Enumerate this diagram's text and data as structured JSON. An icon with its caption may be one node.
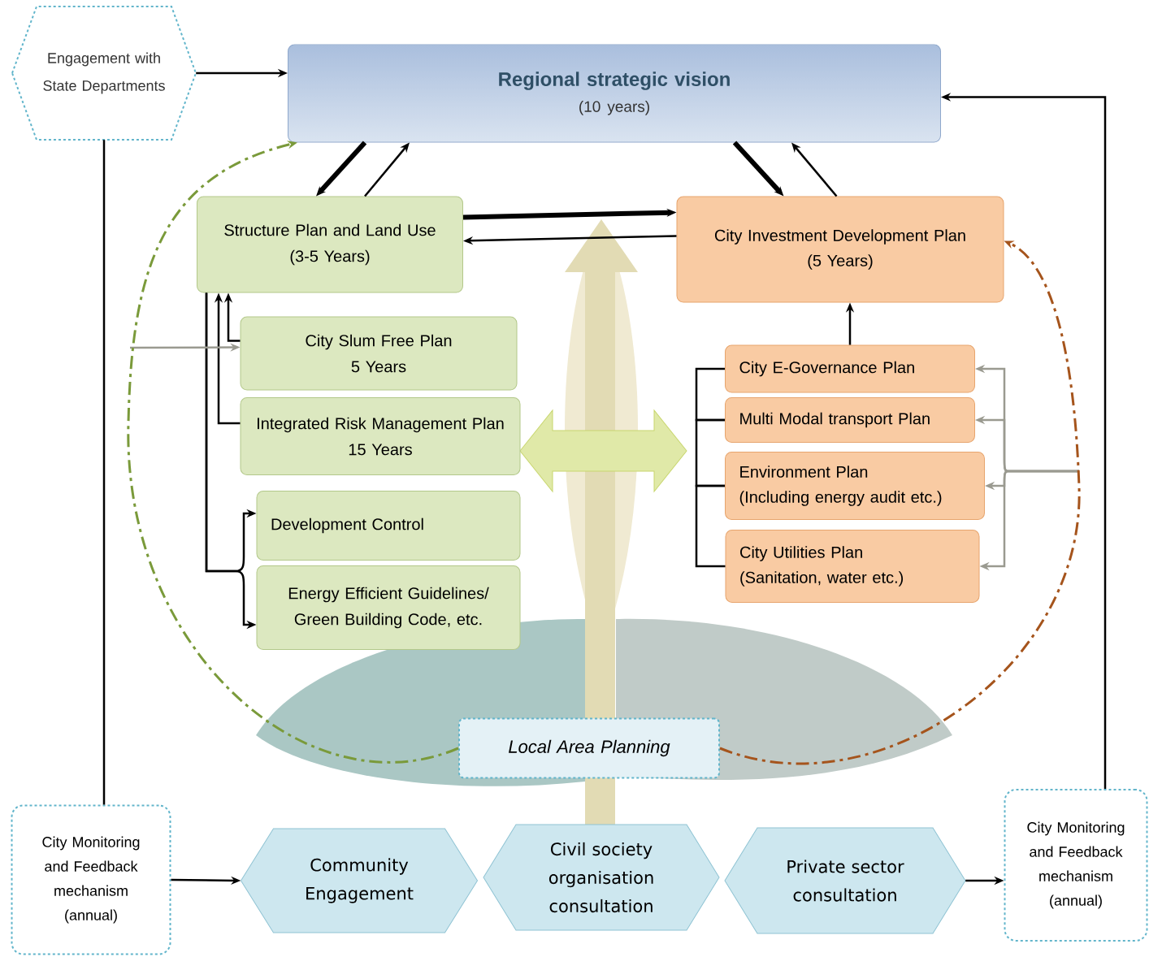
{
  "diagram": {
    "nodes": [
      {
        "text": [
          "Engagement with State Departments"
        ]
      },
      {
        "text": [
          "Regional strategic vision",
          "(10 years)"
        ]
      },
      {
        "text": [
          "Structure Plan and Land Use",
          "(3-5 Years)"
        ]
      },
      {
        "text": [
          "City Investment Development Plan",
          "(5 Years)"
        ]
      },
      {
        "text": [
          "City Slum Free Plan",
          "5 Years"
        ]
      },
      {
        "text": [
          "Integrated Risk Management Plan",
          "15 Years"
        ]
      },
      {
        "text": [
          "Development Control"
        ]
      },
      {
        "text": [
          "Energy Efficient Guidelines/ Green Building Code, etc."
        ]
      },
      {
        "text": [
          "City E-Governance Plan"
        ]
      },
      {
        "text": [
          "Multi Modal transport Plan"
        ]
      },
      {
        "text": [
          "Environment Plan",
          "(Including energy audit etc.)"
        ]
      },
      {
        "text": [
          "City Utilities Plan",
          "(Sanitation, water etc.)"
        ]
      },
      {
        "text": [
          "Local Area Planning"
        ]
      },
      {
        "text": [
          "City Monitoring and Feedback mechanism (annual)"
        ]
      },
      {
        "text": [
          "Community Engagement"
        ]
      },
      {
        "text": [
          "Civil society organisation consultation"
        ]
      },
      {
        "text": [
          "Private sector consultation"
        ]
      },
      {
        "text": [
          "City Monitoring and Feedback mechanism (annual)"
        ]
      }
    ],
    "edges": [
      {
        "from": 0,
        "to": 1,
        "arrow": "to"
      },
      {
        "from": 1,
        "to": 2,
        "arrow": "to",
        "style": "thick"
      },
      {
        "from": 2,
        "to": 1,
        "arrow": "to"
      },
      {
        "from": 1,
        "to": 3,
        "arrow": "to",
        "style": "thick"
      },
      {
        "from": 3,
        "to": 1,
        "arrow": "to"
      },
      {
        "from": 2,
        "to": 3,
        "arrow": "to",
        "style": "thick"
      },
      {
        "from": 3,
        "to": 2,
        "arrow": "to"
      },
      {
        "from": 8,
        "to": 3,
        "arrow": "to"
      },
      {
        "from": 4,
        "to": 2,
        "arrow": "to"
      },
      {
        "from": 5,
        "to": 2,
        "arrow": "to"
      },
      {
        "from": 2,
        "to": 6,
        "arrow": "to"
      },
      {
        "from": 2,
        "to": 7,
        "arrow": "to"
      },
      {
        "from": null,
        "to": 4,
        "arrow": "to",
        "color": "#9a9a90"
      },
      {
        "from": null,
        "to": 8,
        "arrow": "to",
        "color": "#9a9a90"
      },
      {
        "from": null,
        "to": 9,
        "arrow": "to",
        "color": "#9a9a90"
      },
      {
        "from": null,
        "to": 10,
        "arrow": "to",
        "color": "#9a9a90"
      },
      {
        "from": null,
        "to": 11,
        "arrow": "to",
        "color": "#9a9a90"
      },
      {
        "from": 12,
        "to": 1,
        "arrow": "to",
        "style": "dashed",
        "color": "#7a9a3a"
      },
      {
        "from": 12,
        "to": 3,
        "arrow": "to",
        "style": "dashed",
        "color": "#a5541c"
      },
      {
        "from": 0,
        "to": 13,
        "arrow": "none"
      },
      {
        "from": 13,
        "to": 14,
        "arrow": "to"
      },
      {
        "from": 16,
        "to": 17,
        "arrow": "to"
      },
      {
        "from": 17,
        "to": 1,
        "arrow": "to"
      },
      {
        "from": 8,
        "to": 9,
        "arrow": "none"
      },
      {
        "from": 9,
        "to": 10,
        "arrow": "none"
      },
      {
        "from": 10,
        "to": 11,
        "arrow": "none"
      }
    ]
  }
}
